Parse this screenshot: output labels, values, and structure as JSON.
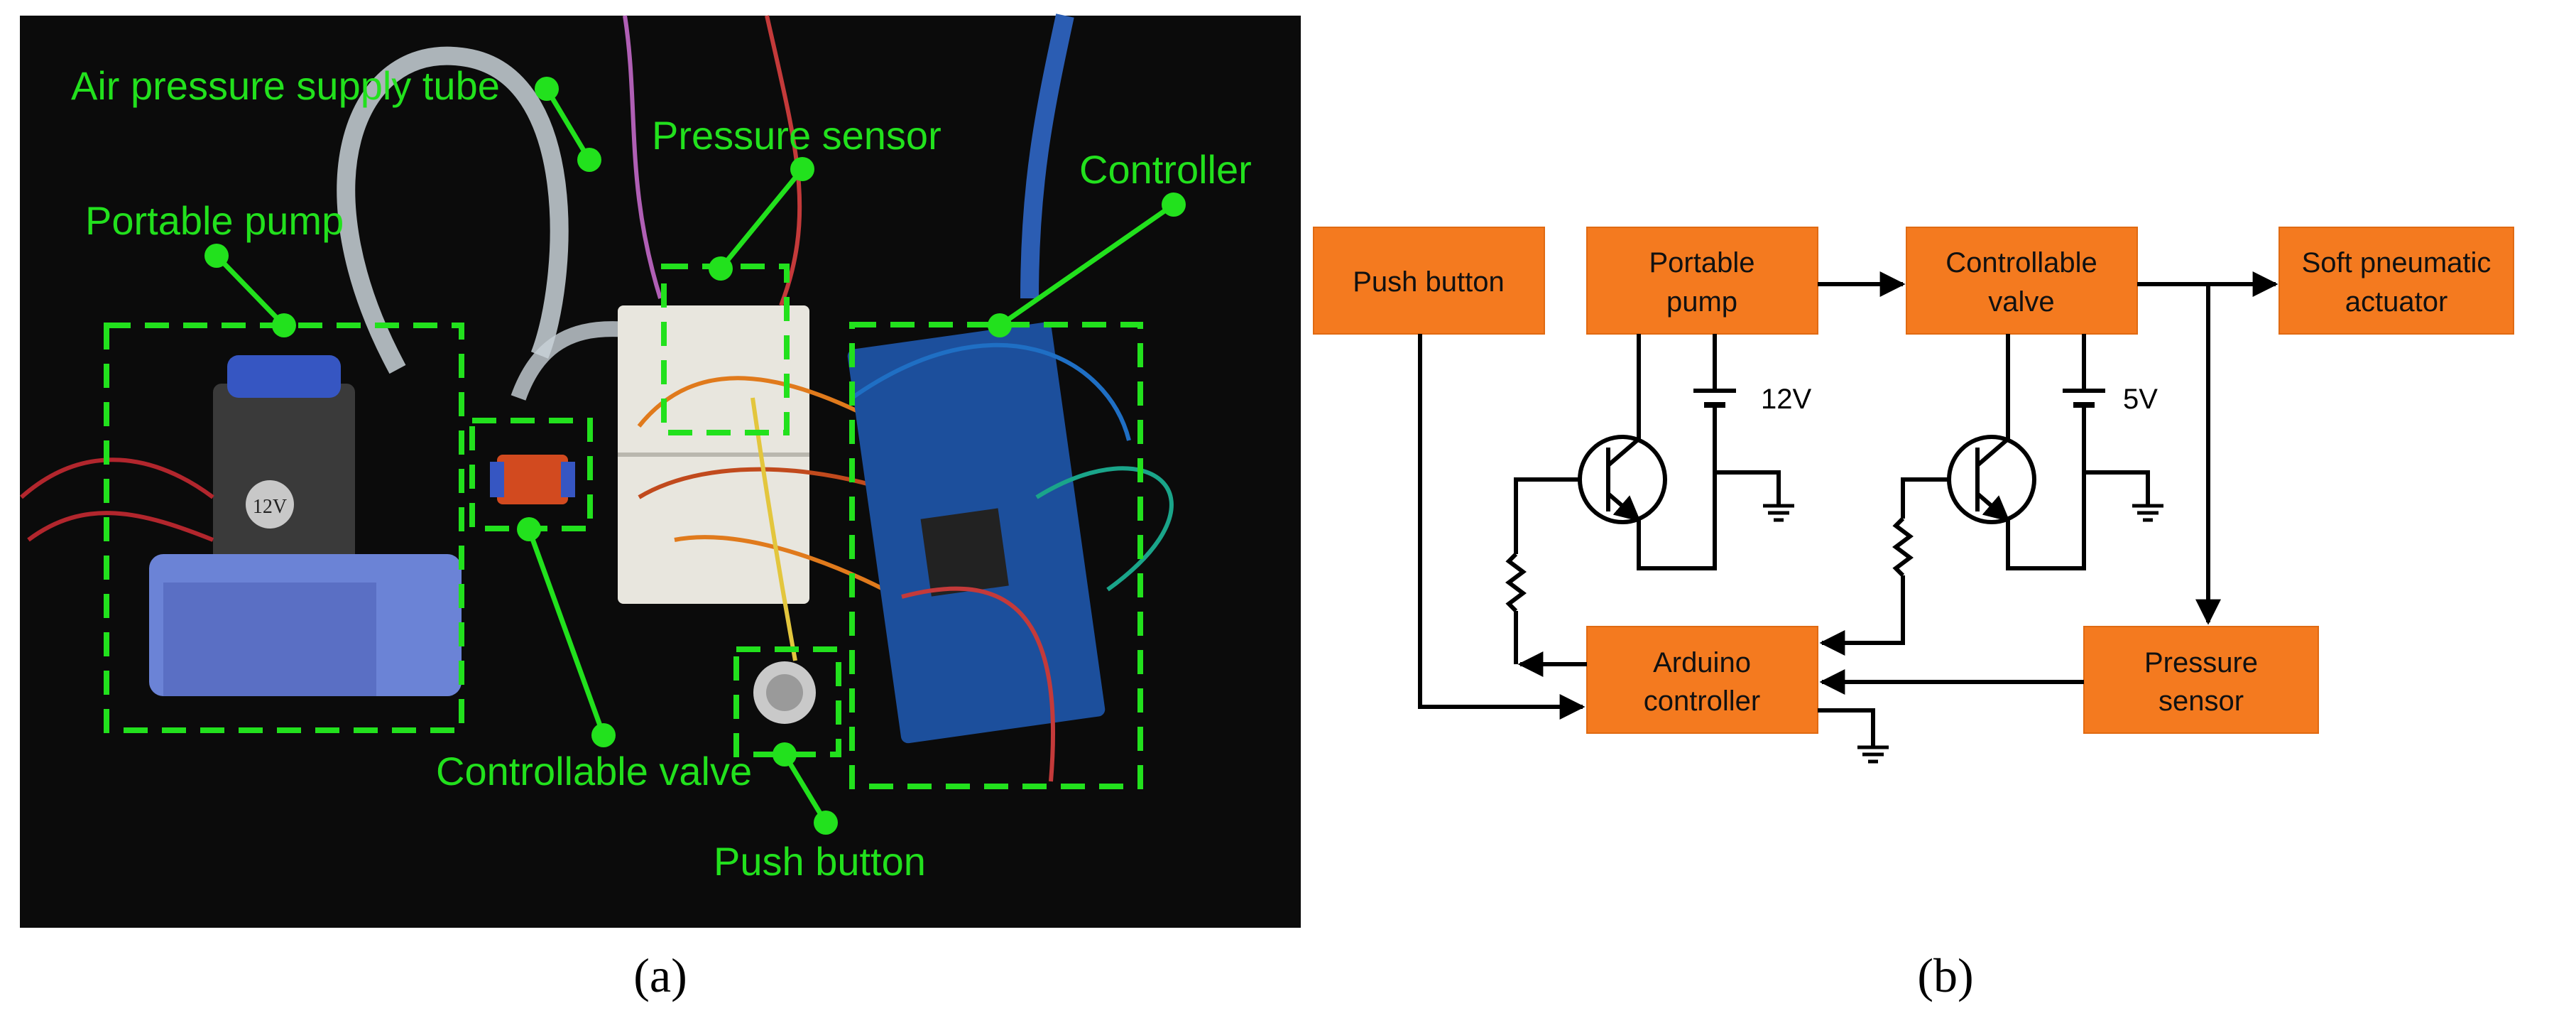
{
  "panel_a": {
    "caption": "(a)",
    "labels": {
      "air_tube": "Air pressure supply tube",
      "pressure_sensor": "Pressure sensor",
      "controller": "Controller",
      "portable_pump": "Portable pump",
      "controllable_valve": "Controllable valve",
      "push_button": "Push button"
    },
    "pump_marking": "12V"
  },
  "panel_b": {
    "caption": "(b)",
    "boxes": {
      "push_button": [
        "Push button"
      ],
      "portable_pump": [
        "Portable",
        "pump"
      ],
      "controllable_valve": [
        "Controllable",
        "valve"
      ],
      "soft_actuator": [
        "Soft pneumatic",
        "actuator"
      ],
      "arduino": [
        "Arduino",
        "controller"
      ],
      "pressure_sensor": [
        "Pressure",
        "sensor"
      ]
    },
    "voltages": {
      "pump": "12V",
      "valve": "5V"
    }
  },
  "colors": {
    "box_fill": "#f47a1f",
    "label_green": "#22e11d",
    "photo_bg": "#0b0b0b"
  }
}
